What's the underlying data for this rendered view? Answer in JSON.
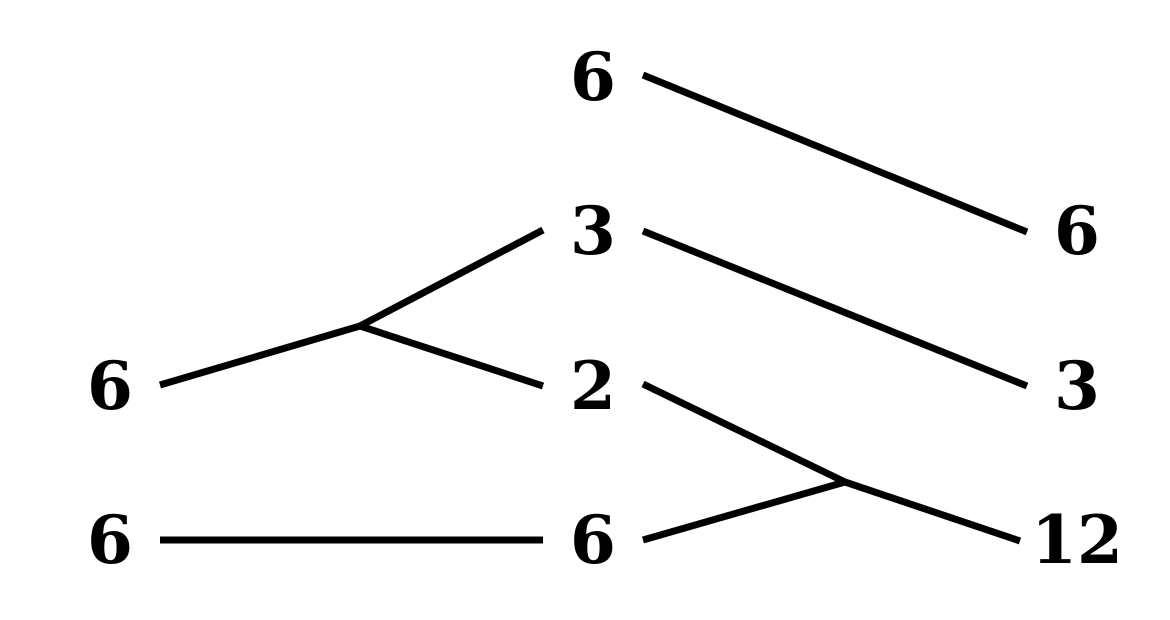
{
  "diagram": {
    "left_column": [
      "6",
      "6"
    ],
    "middle_column": [
      "6",
      "3",
      "2",
      "6"
    ],
    "right_column": [
      "6",
      "3",
      "12"
    ]
  }
}
